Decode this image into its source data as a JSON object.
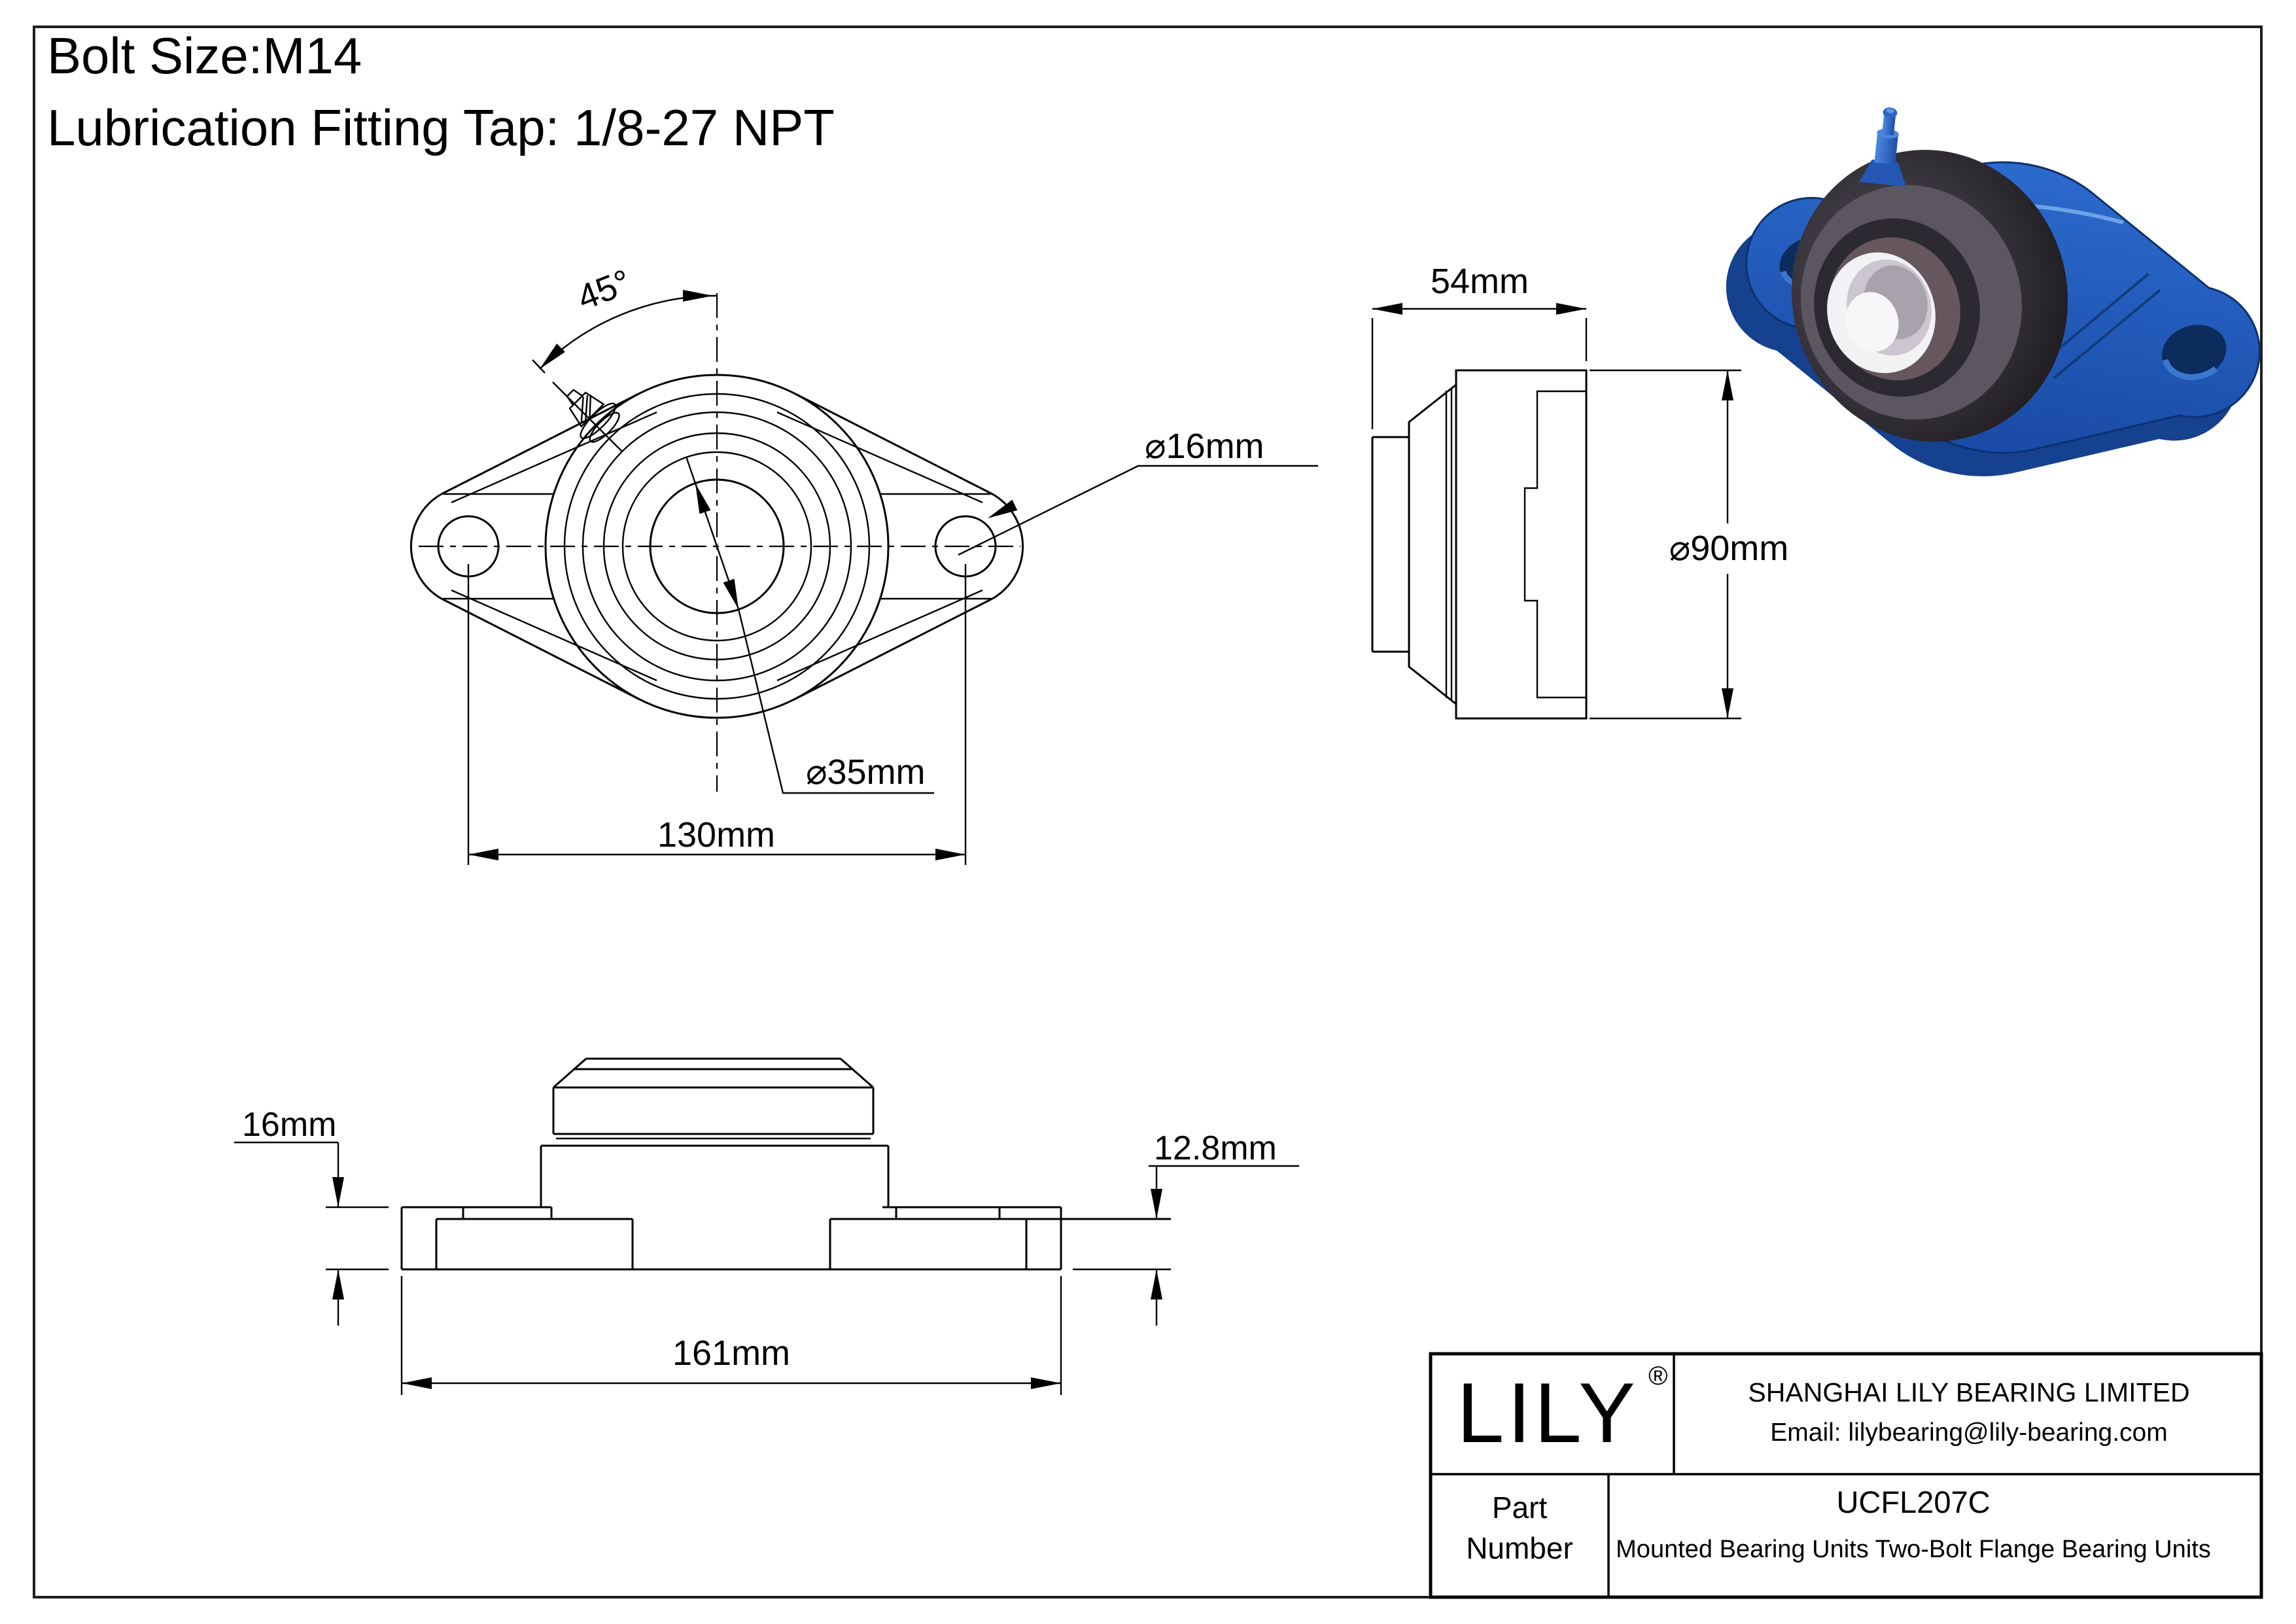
{
  "header": {
    "line1": "Bolt Size:M14",
    "line2": "Lubrication Fitting Tap: 1/8-27 NPT"
  },
  "front_view": {
    "angle": "45°",
    "bolt_hole_dia": "⌀16mm",
    "bore_dia": "⌀35mm",
    "bolt_spacing": "130mm"
  },
  "side_view": {
    "width": "54mm",
    "outer_dia": "⌀90mm"
  },
  "bottom_view": {
    "flange_height": "16mm",
    "edge_height": "12.8mm",
    "overall_length": "161mm"
  },
  "title_block": {
    "logo": "LILY",
    "registered": "®",
    "company": "SHANGHAI LILY BEARING LIMITED",
    "email": "Email: lilybearing@lily-bearing.com",
    "part_label_1": "Part",
    "part_label_2": "Number",
    "part_number": "UCFL207C",
    "description": "Mounted Bearing Units Two-Bolt Flange Bearing Units"
  },
  "colors": {
    "line": "#000000",
    "border": "#1d1d24",
    "blue_main": "#2f6fd3",
    "blue_dark": "#16418f",
    "blue_light": "#548fe0",
    "ring_dark": "#201d21",
    "ring_mid": "#5c5660",
    "bore_white": "#f2f1f4"
  }
}
